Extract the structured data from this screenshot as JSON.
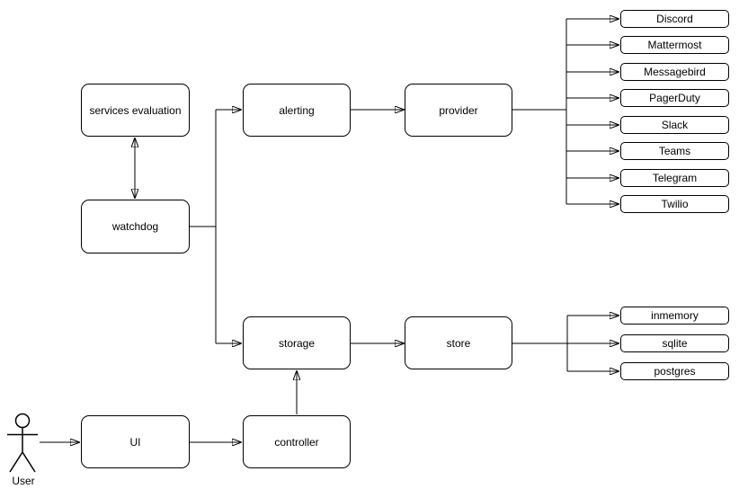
{
  "nodes": {
    "services_evaluation": "services evaluation",
    "watchdog": "watchdog",
    "alerting": "alerting",
    "provider": "provider",
    "storage": "storage",
    "store": "store",
    "ui": "UI",
    "controller": "controller"
  },
  "actor": {
    "label": "User"
  },
  "providers": [
    "Discord",
    "Mattermost",
    "Messagebird",
    "PagerDuty",
    "Slack",
    "Teams",
    "Telegram",
    "Twilio"
  ],
  "stores": [
    "inmemory",
    "sqlite",
    "postgres"
  ],
  "edges": [
    {
      "from": "services evaluation",
      "to": "watchdog",
      "type": "bidirectional"
    },
    {
      "from": "watchdog",
      "to": "alerting",
      "type": "arrow"
    },
    {
      "from": "watchdog",
      "to": "storage",
      "type": "arrow"
    },
    {
      "from": "alerting",
      "to": "provider",
      "type": "arrow"
    },
    {
      "from": "provider",
      "to": "Discord",
      "type": "arrow"
    },
    {
      "from": "provider",
      "to": "Mattermost",
      "type": "arrow"
    },
    {
      "from": "provider",
      "to": "Messagebird",
      "type": "arrow"
    },
    {
      "from": "provider",
      "to": "PagerDuty",
      "type": "arrow"
    },
    {
      "from": "provider",
      "to": "Slack",
      "type": "arrow"
    },
    {
      "from": "provider",
      "to": "Teams",
      "type": "arrow"
    },
    {
      "from": "provider",
      "to": "Telegram",
      "type": "arrow"
    },
    {
      "from": "provider",
      "to": "Twilio",
      "type": "arrow"
    },
    {
      "from": "storage",
      "to": "store",
      "type": "arrow"
    },
    {
      "from": "store",
      "to": "inmemory",
      "type": "arrow"
    },
    {
      "from": "store",
      "to": "sqlite",
      "type": "arrow"
    },
    {
      "from": "store",
      "to": "postgres",
      "type": "arrow"
    },
    {
      "from": "User",
      "to": "UI",
      "type": "arrow"
    },
    {
      "from": "UI",
      "to": "controller",
      "type": "arrow"
    },
    {
      "from": "controller",
      "to": "storage",
      "type": "arrow"
    }
  ],
  "colors": {
    "stroke": "#000000",
    "fill": "#ffffff",
    "background": "#ffffff"
  }
}
